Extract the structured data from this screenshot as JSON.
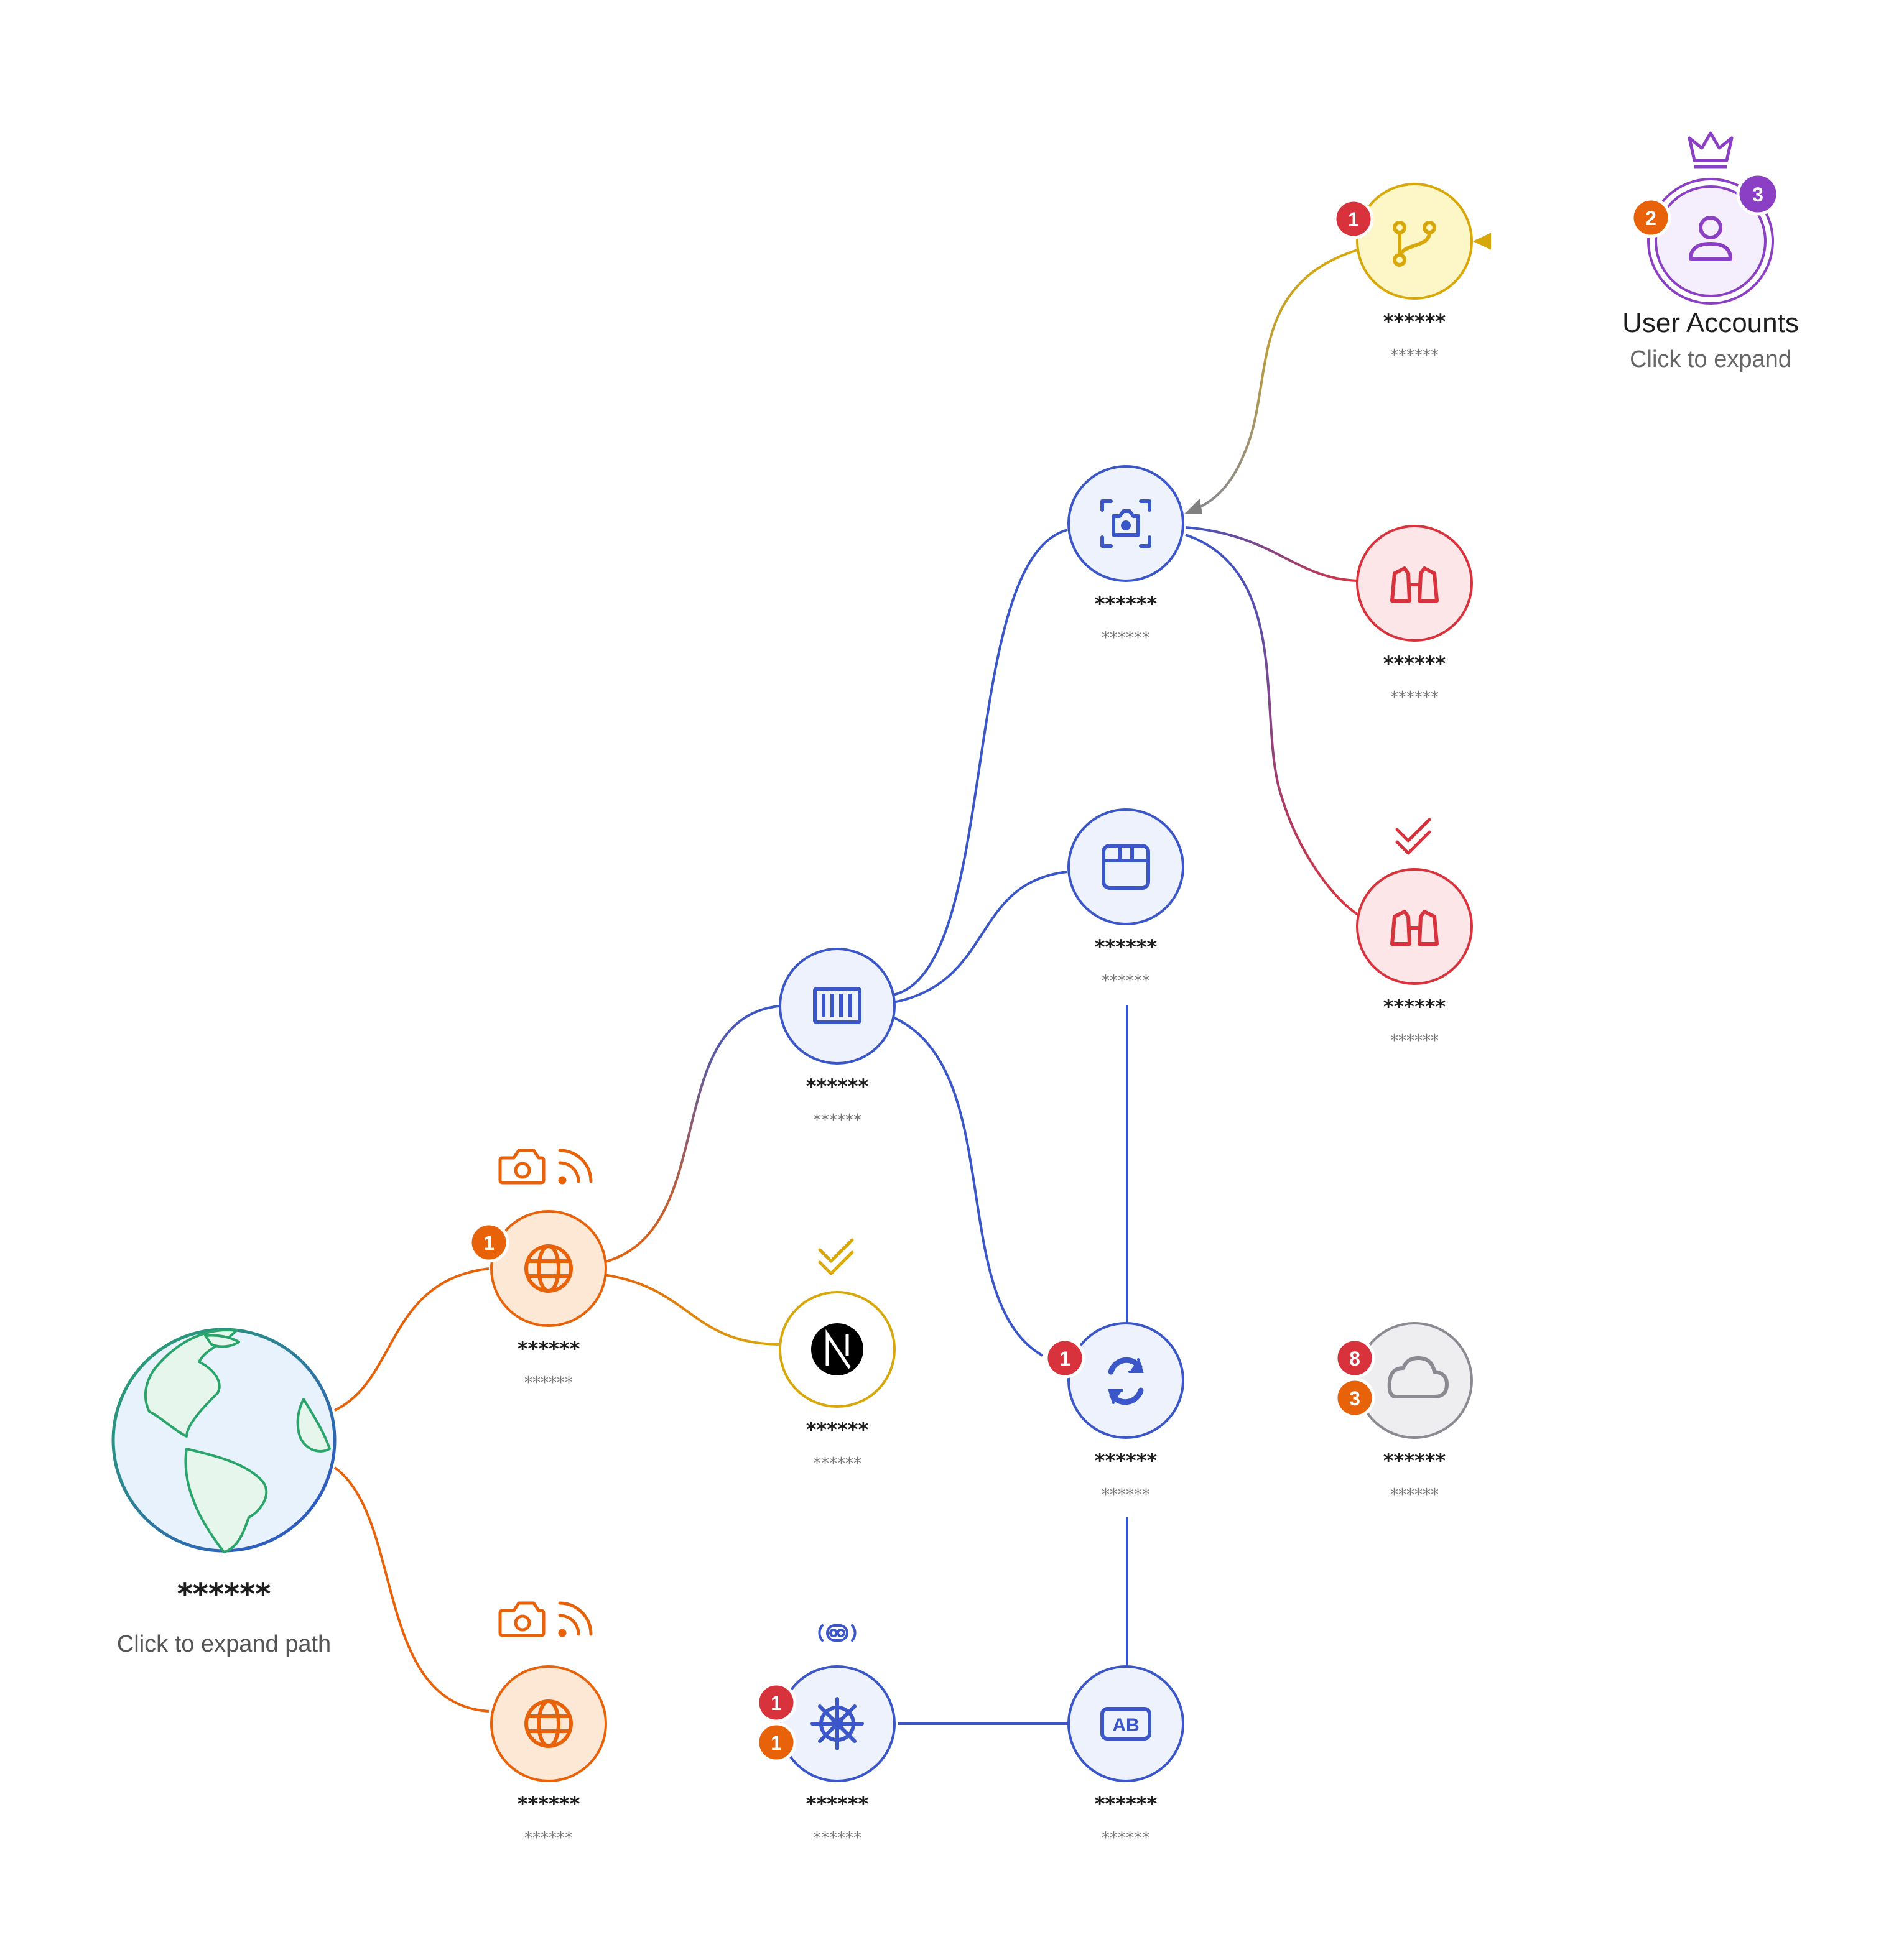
{
  "colors": {
    "blue": "#3a56c8",
    "blue_fill": "#eef2fd",
    "orange": "#e8620a",
    "orange_fill": "#fde7d5",
    "yellow": "#d8a80a",
    "yellow_fill": "#fdf6c6",
    "red": "#d8323c",
    "red_fill": "#fde6e7",
    "purple": "#8a3fc4",
    "purple_fill": "#f5eefd",
    "gray": "#8a8a92",
    "gray_fill": "#eeeef0",
    "green": "#2aa56a",
    "earth_fill": "#e8f2fc",
    "badge_red": "#d8323c",
    "badge_orange": "#e8620a",
    "badge_purple": "#8a3fc4"
  },
  "internet": {
    "title": "******",
    "subtitle": "Click to expand path",
    "icon": "globe-earth-icon"
  },
  "nodes": {
    "web_top": {
      "title": "******",
      "subtitle": "******",
      "icon": "globe-icon",
      "top_icons": [
        "camera-icon",
        "rss-icon"
      ]
    },
    "web_bottom": {
      "title": "******",
      "subtitle": "******",
      "icon": "globe-icon",
      "top_icons": [
        "camera-icon",
        "rss-icon"
      ]
    },
    "container": {
      "title": "******",
      "subtitle": "******",
      "icon": "container-icon"
    },
    "nextjs": {
      "title": "******",
      "subtitle": "******",
      "icon": "nextjs-icon",
      "top_icons": [
        "double-check-icon"
      ]
    },
    "helm": {
      "title": "******",
      "subtitle": "******",
      "icon": "helm-wheel-icon",
      "top_icons": [
        "toggle-radar-icon"
      ]
    },
    "camera_scan": {
      "title": "******",
      "subtitle": "******",
      "icon": "camera-scan-icon"
    },
    "package": {
      "title": "******",
      "subtitle": "******",
      "icon": "package-icon"
    },
    "sync": {
      "title": "******",
      "subtitle": "******",
      "icon": "refresh-icon"
    },
    "ab_test": {
      "title": "******",
      "subtitle": "******",
      "icon": "ab-icon"
    },
    "git_branch": {
      "title": "******",
      "subtitle": "******",
      "icon": "git-branch-icon"
    },
    "binoculars_top": {
      "title": "******",
      "subtitle": "******",
      "icon": "binoculars-icon"
    },
    "binoculars_bottom": {
      "title": "******",
      "subtitle": "******",
      "icon": "binoculars-icon",
      "top_icons": [
        "double-check-icon"
      ]
    },
    "cloud": {
      "title": "******",
      "subtitle": "******",
      "icon": "cloud-icon"
    },
    "user_accounts": {
      "title": "User Accounts",
      "subtitle": "Click to expand",
      "icon": "user-icon",
      "top_icons": [
        "crown-icon"
      ]
    }
  },
  "badges": {
    "web_top": [
      "1"
    ],
    "helm": [
      "1",
      "1"
    ],
    "sync": [
      "1"
    ],
    "git_branch": [
      "1"
    ],
    "cloud": [
      "8",
      "3"
    ],
    "user_accounts_left": [
      "2"
    ],
    "user_accounts_right": [
      "3"
    ]
  }
}
